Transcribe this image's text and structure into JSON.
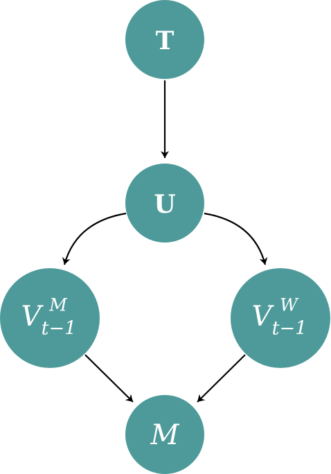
{
  "nodes": {
    "t": {
      "label": "T"
    },
    "u": {
      "label": "U"
    },
    "vm": {
      "base": "V",
      "sup": "M",
      "sub": "t−1"
    },
    "vw": {
      "base": "V",
      "sup": "W",
      "sub": "t−1"
    },
    "m": {
      "label": "M"
    }
  },
  "edges": [
    {
      "from": "T",
      "to": "U"
    },
    {
      "from": "U",
      "to": "V_{t-1}^M"
    },
    {
      "from": "U",
      "to": "V_{t-1}^W"
    },
    {
      "from": "V_{t-1}^M",
      "to": "M"
    },
    {
      "from": "V_{t-1}^W",
      "to": "M"
    }
  ],
  "colors": {
    "node_fill": "#4e9a9a",
    "node_text": "#ffffff",
    "edge": "#000000"
  }
}
